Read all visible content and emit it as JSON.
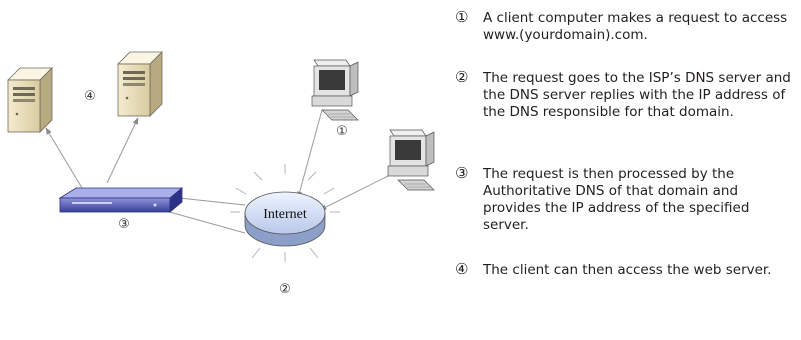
{
  "diagram": {
    "cloud_label": "Internet",
    "markers": [
      "①",
      "②",
      "③",
      "④"
    ]
  },
  "steps": [
    {
      "num": "①",
      "text": "A client computer makes a request to access www.(yourdomain).com."
    },
    {
      "num": "②",
      "text": "The request goes to the ISP’s DNS server and the DNS server replies with the IP address of the DNS responsible for that domain."
    },
    {
      "num": "③",
      "text": "The request is then processed by the Authoritative DNS of that domain and provides the IP address of the specified server."
    },
    {
      "num": "④",
      "text": "The client can then access the web server."
    }
  ]
}
